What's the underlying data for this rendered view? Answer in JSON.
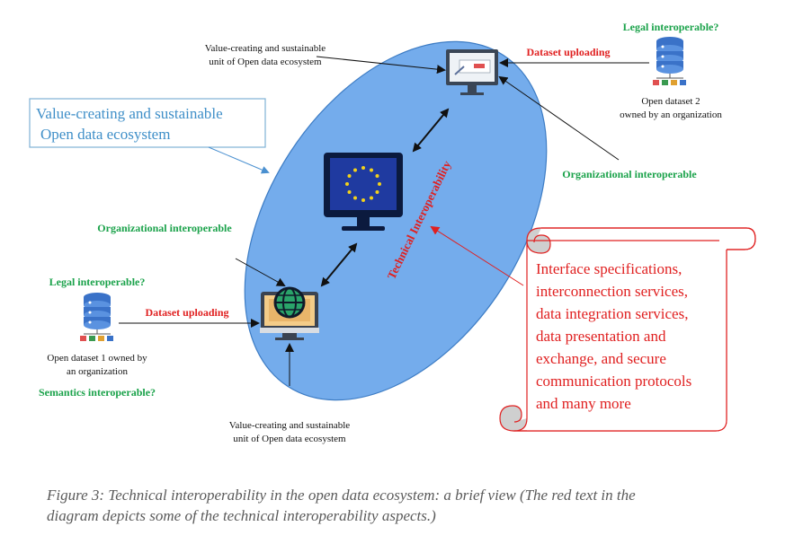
{
  "diagram": {
    "ecosystem_box": {
      "line1": "Value-creating and sustainable",
      "line2": "Open data ecosystem"
    },
    "top_unit_label": {
      "line1": "Value-creating and sustainable",
      "line2": "unit of Open data ecosystem"
    },
    "bottom_unit_label": {
      "line1": "Value-creating and sustainable",
      "line2": "unit of Open data ecosystem"
    },
    "dataset2": {
      "legal": "Legal interoperable?",
      "line1": "Open dataset 2",
      "line2": "owned by an organization",
      "upload": "Dataset uploading"
    },
    "dataset1": {
      "legal": "Legal interoperable?",
      "line1": "Open dataset 1 owned by",
      "line2": "an organization",
      "semantics": "Semantics interoperable?",
      "upload": "Dataset uploading"
    },
    "org_right": "Organizational  interoperable",
    "org_left": "Organizational  interoperable",
    "technical": "Technical Interoperability",
    "scroll": {
      "lines": [
        "Interface specifications,",
        "interconnection services,",
        "data integration services,",
        "data presentation and",
        "exchange, and secure",
        "communication protocols",
        "and many more"
      ]
    },
    "colors": {
      "ellipse": "#74acec",
      "green": "#1aa24a",
      "red": "#e02020",
      "navy": "#1d3c8a",
      "box_border": "#7fb2d6",
      "box_text": "#3f8fc8"
    }
  },
  "caption": {
    "line1": "Figure 3: Technical interoperability in the open data ecosystem: a brief view (The red text in the",
    "line2": "diagram depicts some of the technical interoperability aspects.)"
  }
}
